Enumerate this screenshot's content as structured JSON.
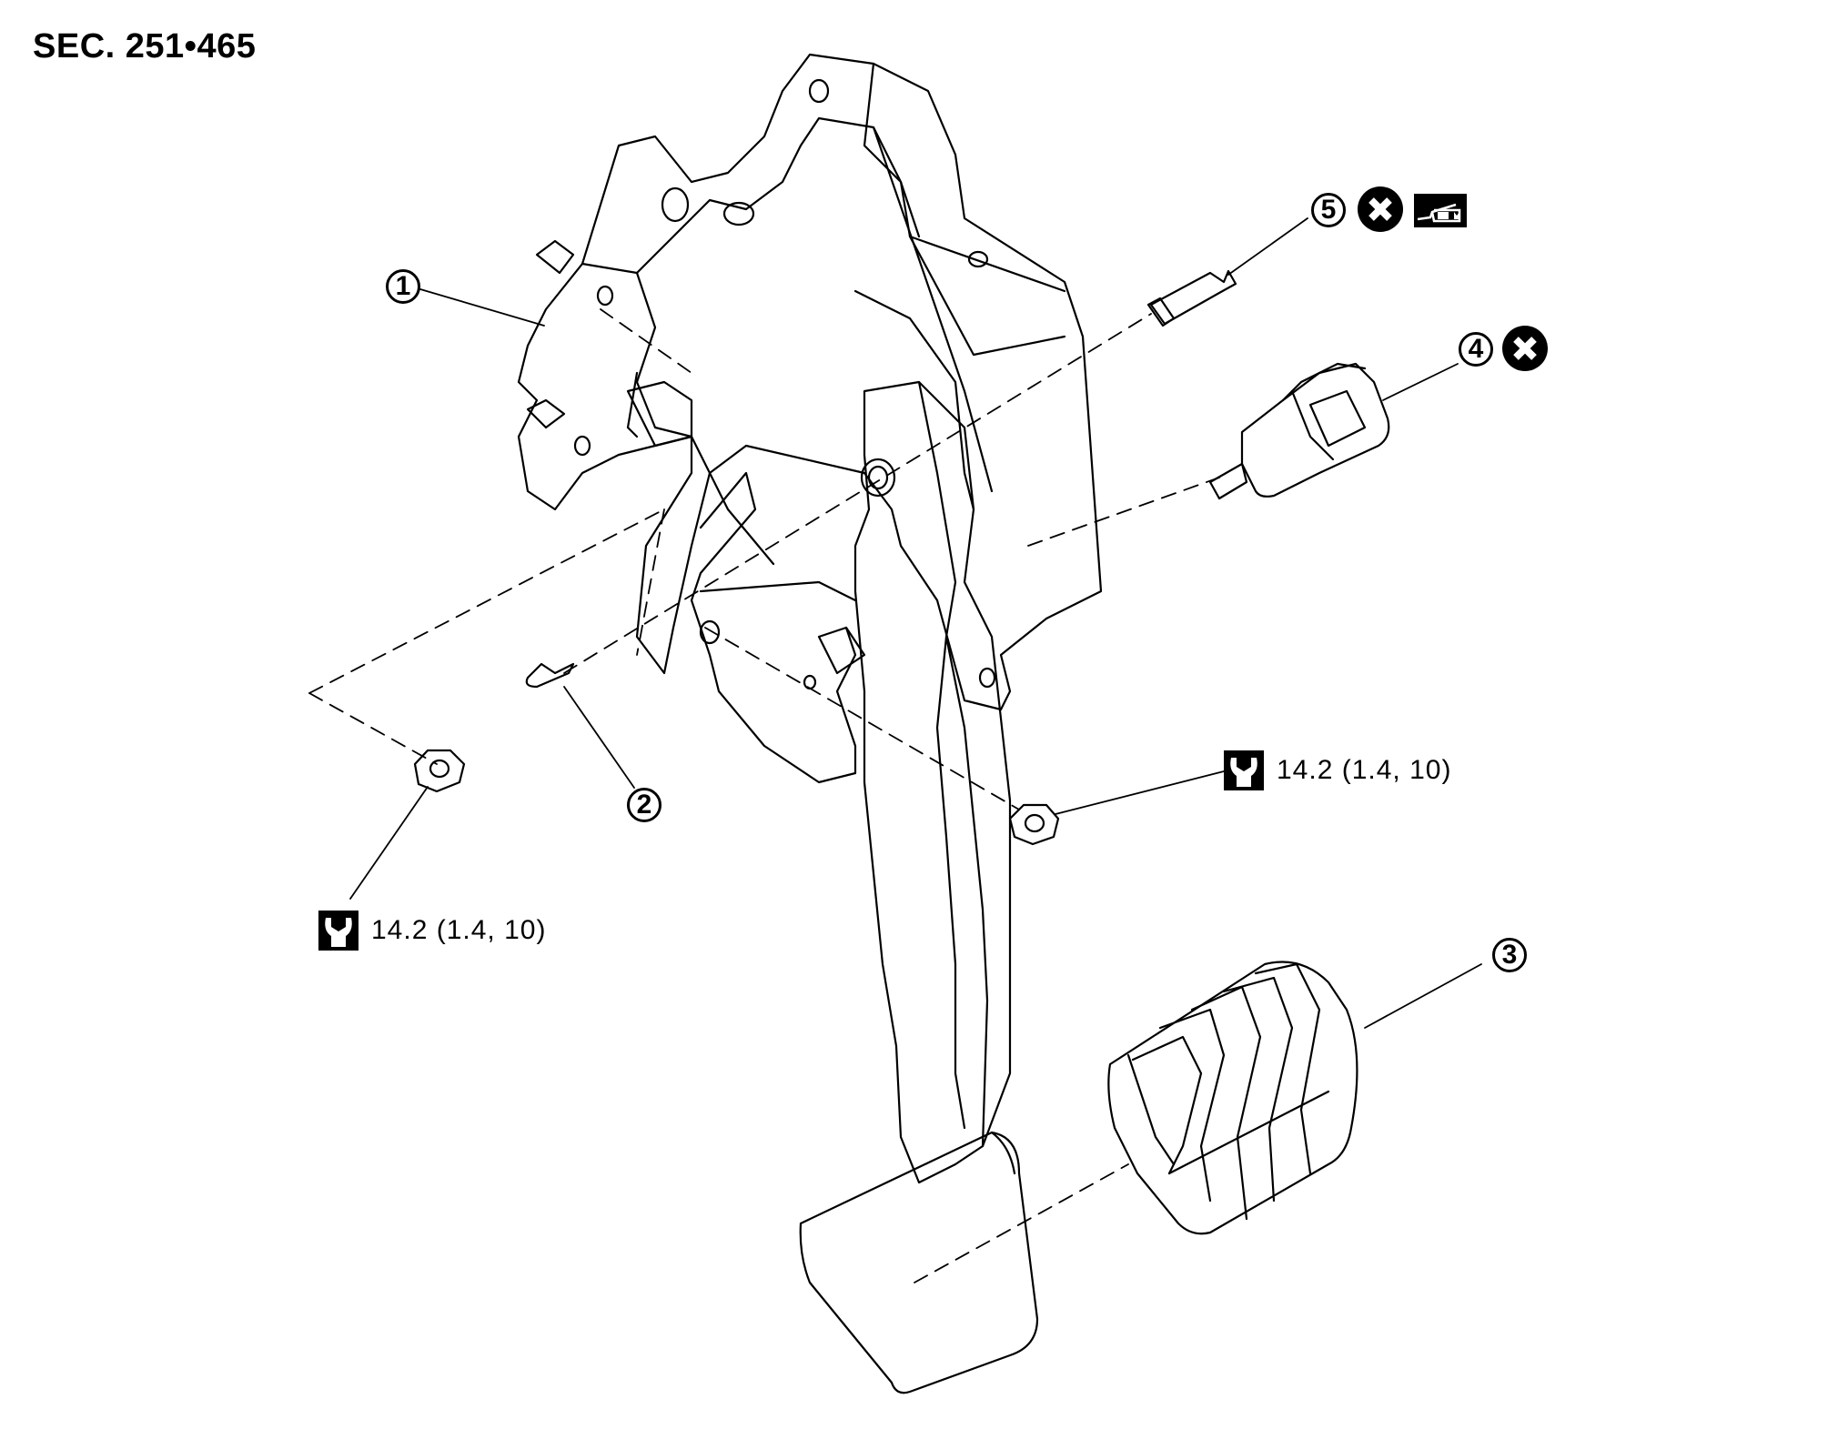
{
  "section_header": "SEC. 251•465",
  "callouts": [
    {
      "id": "1",
      "part": "pedal-bracket"
    },
    {
      "id": "2",
      "part": "clip"
    },
    {
      "id": "3",
      "part": "pedal-pad"
    },
    {
      "id": "4",
      "part": "stop-lamp-switch"
    },
    {
      "id": "5",
      "part": "bolt"
    }
  ],
  "torque_specs": [
    {
      "value": "14.2 (1.4, 10)"
    },
    {
      "value": "14.2 (1.4, 10)"
    }
  ],
  "symbols": {
    "do_not_reuse": "x-circle-icon",
    "sealant": "sealant-applicator-icon",
    "torque": "wrench-icon"
  },
  "colors": {
    "ink": "#000000",
    "paper": "#ffffff"
  }
}
